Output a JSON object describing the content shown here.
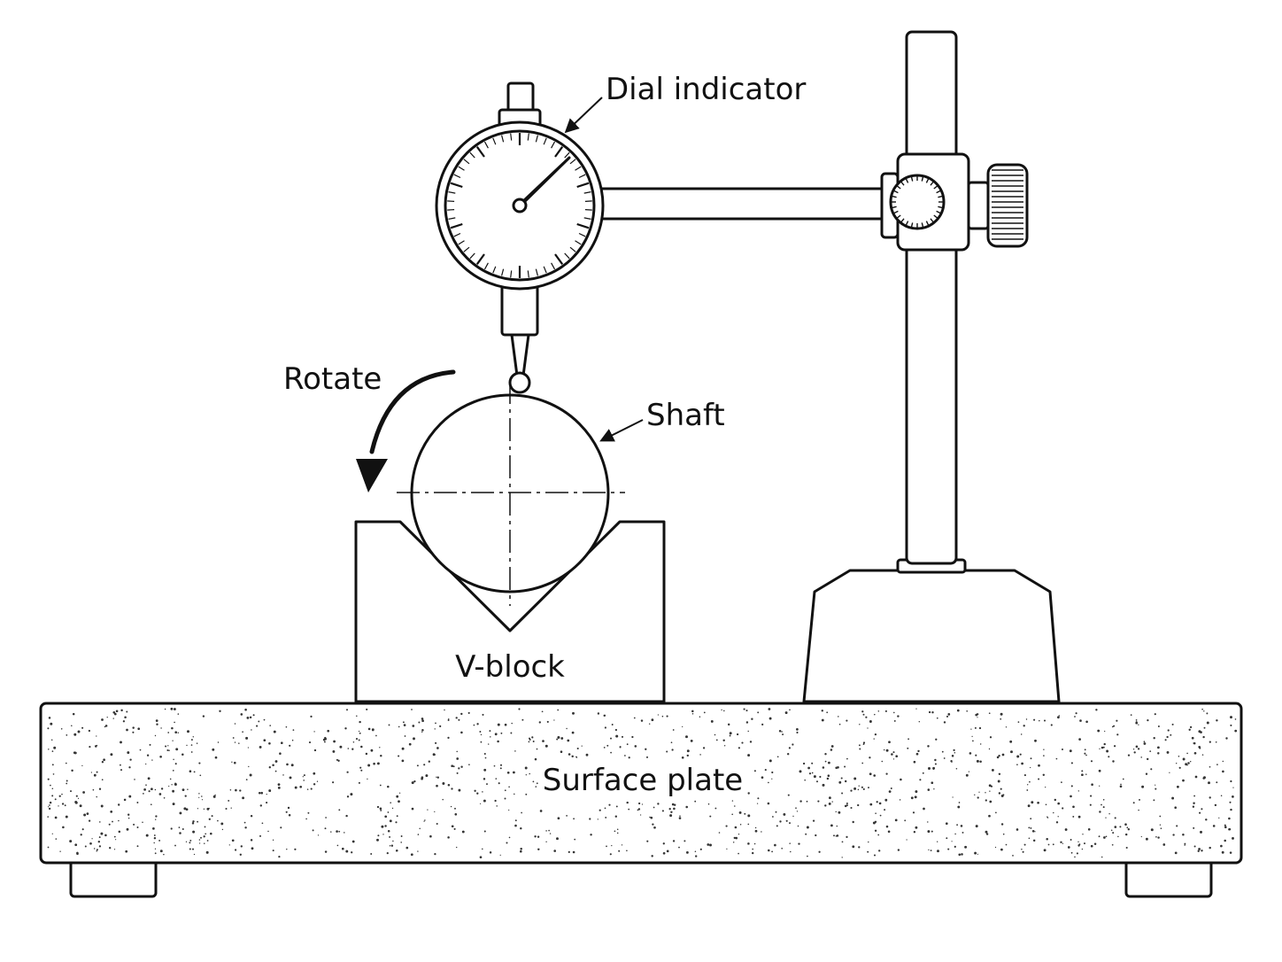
{
  "labels": {
    "dial_indicator": "Dial indicator",
    "shaft": "Shaft",
    "rotate": "Rotate",
    "v_block": "V-block",
    "surface_plate": "Surface plate"
  },
  "colors": {
    "ink": "#111111",
    "background": "#ffffff"
  },
  "icons": {
    "rotation": "curved-arrow-icon"
  }
}
